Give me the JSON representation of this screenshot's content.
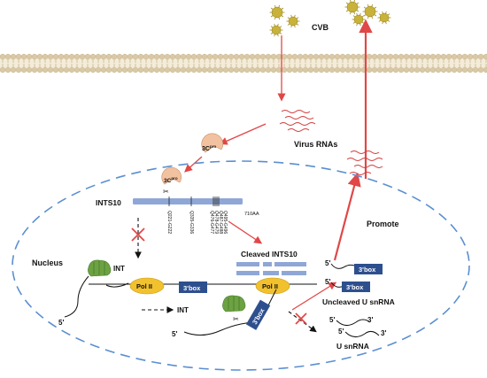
{
  "labels": {
    "cvb": "CVB",
    "virus_rnas": "Virus RNAs",
    "protease_3c": "3C",
    "protease_sup": "pro",
    "ints10": "INTS10",
    "aa_length": "710AA",
    "cleavage_sites": [
      "Q221-G222",
      "Q335-G336",
      "Q476-G477",
      "Q478-G479",
      "Q487-G488",
      "Q495-G496"
    ],
    "cleaved_ints10": "Cleaved INTS10",
    "nucleus": "Nucleus",
    "int_top": "INT",
    "int_bottom": "INT",
    "pol_ii_left": "Pol II",
    "pol_ii_right": "Pol II",
    "box3_main": "3'box",
    "box3_tilted": "3'box",
    "box3_top": "3'box",
    "box3_mid": "3'box",
    "five_prime_left": "5'",
    "five_prime_bottom": "5'",
    "five_prime_top": "5'",
    "five_prime_mid": "5'",
    "five_prime_u1": "5'",
    "five_prime_u2": "5'",
    "three_prime_u1": "3'",
    "three_prime_u2": "3'",
    "uncleaved_u_snrna": "Uncleaved U snRNA",
    "u_snrna": "U snRNA",
    "promote": "Promote"
  },
  "colors": {
    "membrane_head": "#d9c9a6",
    "membrane_tail": "#c4b188",
    "nucleus_border": "#5b8fd0",
    "red_arrow": "#e14747",
    "protein_bar": "#8fa7d6",
    "box3": "#2e4f8e",
    "pol_ii": "#f2c12e",
    "int_green": "#6da243",
    "protease": "#f2c2a0",
    "virus": "#c9b23a",
    "rna_red": "#d23c3c"
  }
}
